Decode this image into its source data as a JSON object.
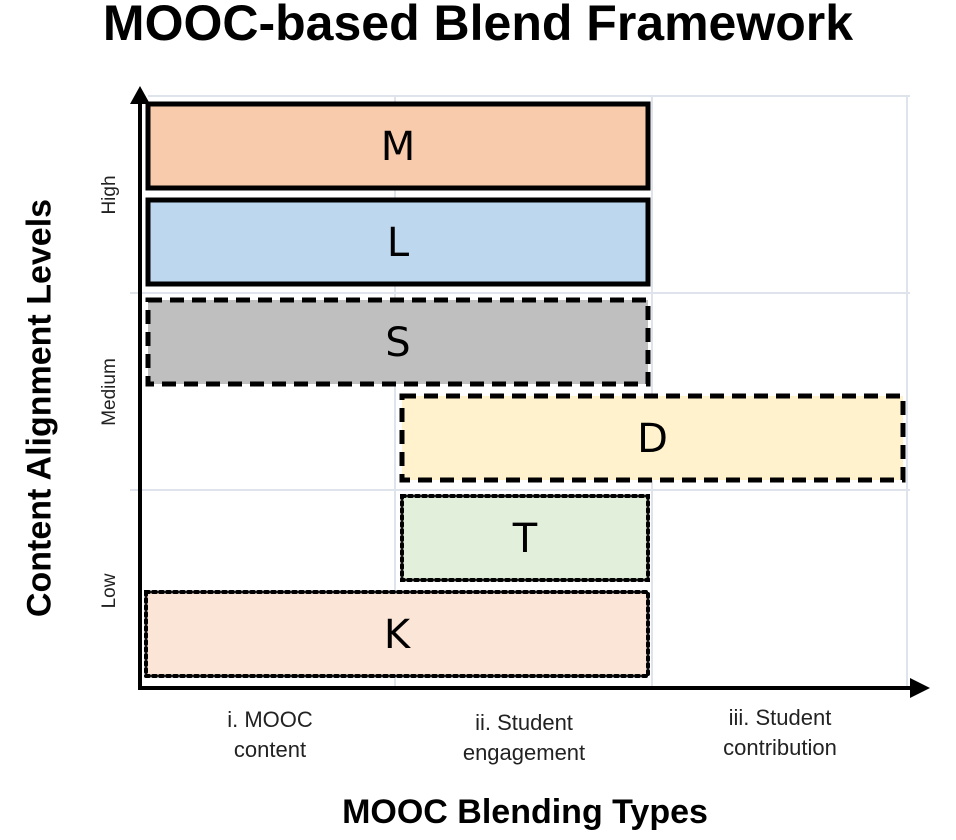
{
  "title": "MOOC-based Blend Framework",
  "y_axis": {
    "label": "Content Alignment Levels",
    "levels": [
      "Low",
      "Medium",
      "High"
    ]
  },
  "x_axis": {
    "label": "MOOC Blending Types",
    "types": [
      {
        "line1": "i. MOOC",
        "line2": "content"
      },
      {
        "line1": "ii. Student",
        "line2": "engagement"
      },
      {
        "line1": "iii. Student",
        "line2": "contribution"
      }
    ]
  },
  "boxes": [
    {
      "letter": "M",
      "level": "High",
      "sublevel": "upper",
      "span": [
        "i. MOOC content",
        "ii. Student engagement"
      ],
      "fill": "#F8CBAD",
      "border": "solid"
    },
    {
      "letter": "L",
      "level": "High",
      "sublevel": "lower",
      "span": [
        "i. MOOC content",
        "ii. Student engagement"
      ],
      "fill": "#BDD7EE",
      "border": "solid"
    },
    {
      "letter": "S",
      "level": "Medium",
      "sublevel": "upper",
      "span": [
        "i. MOOC content",
        "ii. Student engagement"
      ],
      "fill": "#BFBFBF",
      "border": "dashed"
    },
    {
      "letter": "D",
      "level": "Medium",
      "sublevel": "lower",
      "span": [
        "ii. Student engagement",
        "iii. Student contribution"
      ],
      "fill": "#FFF2CC",
      "border": "dashed"
    },
    {
      "letter": "T",
      "level": "Low",
      "sublevel": "upper",
      "span": [
        "ii. Student engagement",
        "ii. Student engagement"
      ],
      "fill": "#E2EFDA",
      "border": "dotted"
    },
    {
      "letter": "K",
      "level": "Low",
      "sublevel": "lower",
      "span": [
        "i. MOOC content",
        "ii. Student engagement"
      ],
      "fill": "#FBE5D6",
      "border": "dotted"
    }
  ]
}
